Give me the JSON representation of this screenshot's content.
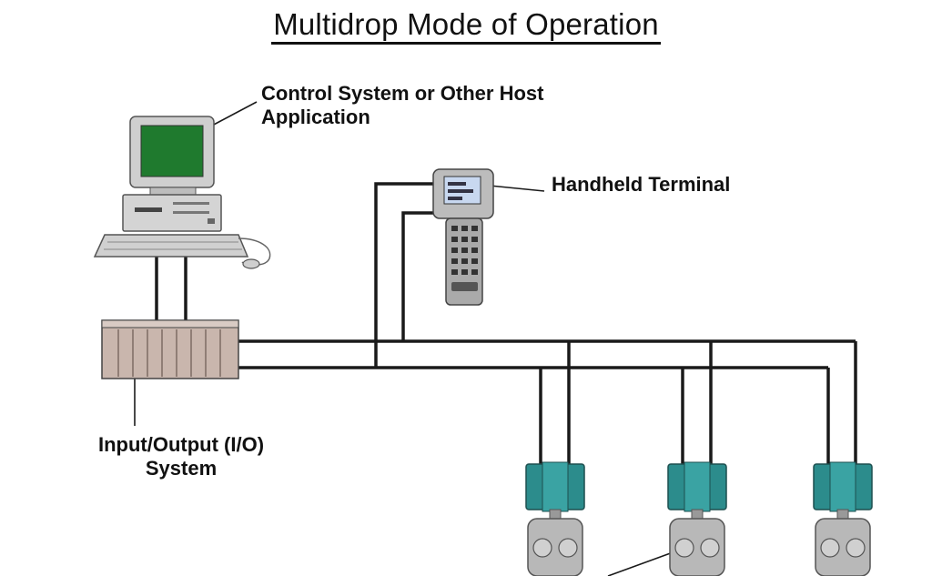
{
  "title": "Multidrop Mode of Operation",
  "labels": {
    "host_line1": "Control System or Other Host",
    "host_line2": "Application",
    "handheld": "Handheld Terminal",
    "io_line1": "Input/Output (I/O)",
    "io_line2": "System"
  },
  "colors": {
    "wire": "#1a1a1a",
    "monitor_screen": "#1f7a2e",
    "transmitter_head": "#2c8c8c",
    "io_rack": "#c9b6ad",
    "device_body": "#b8b8b8"
  },
  "icons": [
    "computer-icon",
    "handheld-terminal-icon",
    "io-rack-icon",
    "transmitter-icon"
  ],
  "transmitter_count": 3
}
